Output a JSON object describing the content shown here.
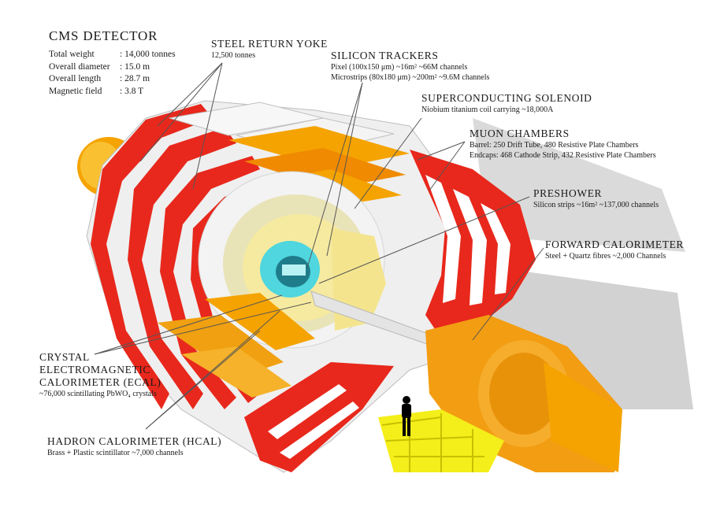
{
  "title": "CMS DETECTOR",
  "specs": [
    {
      "label": "Total weight",
      "value": ": 14,000 tonnes"
    },
    {
      "label": "Overall diameter",
      "value": ": 15.0 m"
    },
    {
      "label": "Overall length",
      "value": ": 28.7 m"
    },
    {
      "label": "Magnetic field",
      "value": ": 3.8 T"
    }
  ],
  "labels": {
    "yoke": {
      "title": "STEEL RETURN YOKE",
      "desc": "12,500 tonnes"
    },
    "tracker": {
      "title": "SILICON TRACKERS",
      "desc1": "Pixel (100x150 μm) ~16m² ~66M channels",
      "desc2": "Microstrips (80x180 μm) ~200m² ~9.6M channels"
    },
    "solenoid": {
      "title": "SUPERCONDUCTING SOLENOID",
      "desc": "Niobium titanium coil carrying ~18,000A"
    },
    "muon": {
      "title": "MUON CHAMBERS",
      "desc1": "Barrel: 250 Drift Tube, 480 Resistive Plate Chambers",
      "desc2": "Endcaps: 468 Cathode Strip, 432 Resistive Plate Chambers"
    },
    "preshower": {
      "title": "PRESHOWER",
      "desc": "Silicon strips ~16m² ~137,000 channels"
    },
    "forward": {
      "title": "FORWARD CALORIMETER",
      "desc": "Steel + Quartz fibres ~2,000 Channels"
    },
    "ecal": {
      "line1": "CRYSTAL",
      "line2": "ELECTROMAGNETIC",
      "line3": "CALORIMETER (ECAL)",
      "desc": "~76,000 scintillating PbWO₄ crystals"
    },
    "hcal": {
      "title": "HADRON CALORIMETER (HCAL)",
      "desc": "Brass + Plastic scintillator ~7,000 channels"
    }
  },
  "colors": {
    "yoke_red": "#e8281c",
    "muon_orange": "#f5a300",
    "hcal_orange": "#f0a010",
    "ecal_cream": "#f6eaa0",
    "tracker_cyan": "#4fd6de",
    "forward_orange": "#f39d12",
    "platform_yellow": "#f4ee1a",
    "steel_white": "#f2f2f2",
    "shadow_grey": "#cfcfcf"
  }
}
